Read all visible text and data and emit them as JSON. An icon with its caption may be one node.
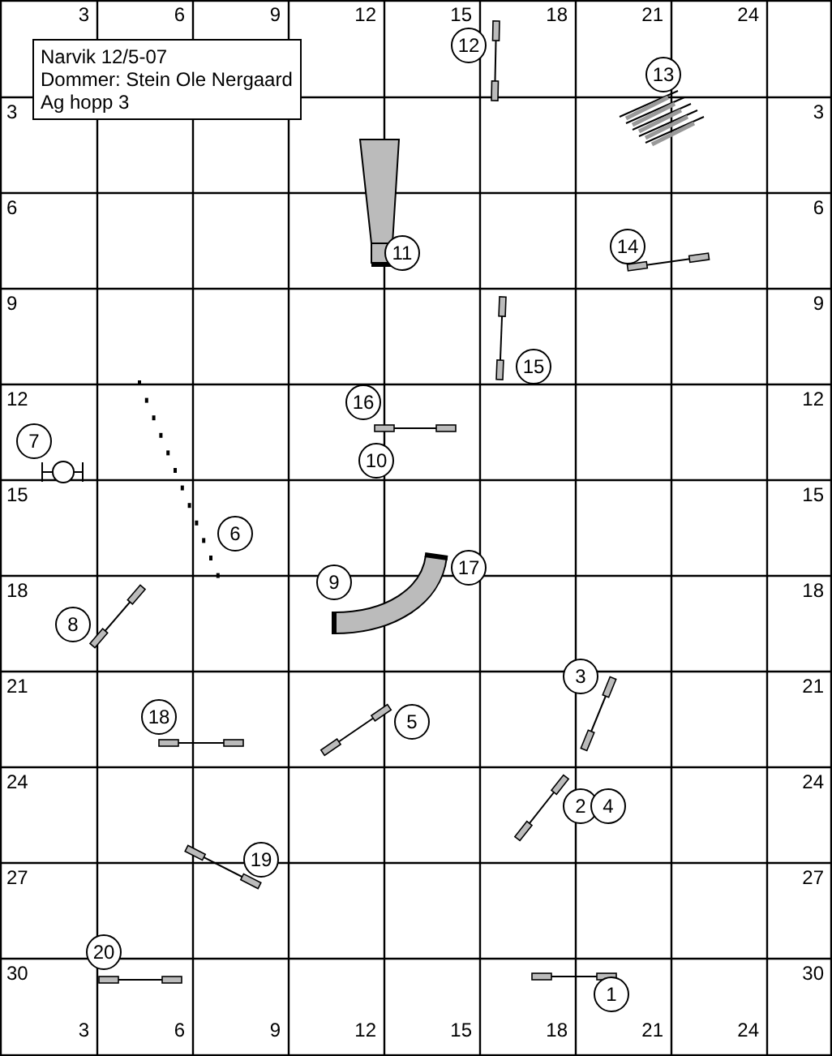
{
  "diagram": {
    "nodes": [
      {
        "text": [
          "Narvik 12/5-07",
          "Dommer: Stein Ole Nergaard",
          "Ag hopp 3"
        ]
      }
    ],
    "labels": [
      "3",
      "6",
      "9",
      "12",
      "15",
      "18",
      "21",
      "24",
      "12",
      "13",
      "3",
      "3",
      "14",
      "11",
      "6",
      "6",
      "9",
      "9",
      "15",
      "12",
      "16",
      "12",
      "7",
      "10",
      "15",
      "15",
      "6",
      "17",
      "18",
      "9",
      "18",
      "8",
      "21",
      "3",
      "21",
      "18",
      "5",
      "24",
      "24",
      "2",
      "4",
      "19",
      "27",
      "27",
      "20",
      "30",
      "30",
      "1",
      "3",
      "6",
      "9",
      "12",
      "15",
      "18",
      "21",
      "24"
    ]
  }
}
